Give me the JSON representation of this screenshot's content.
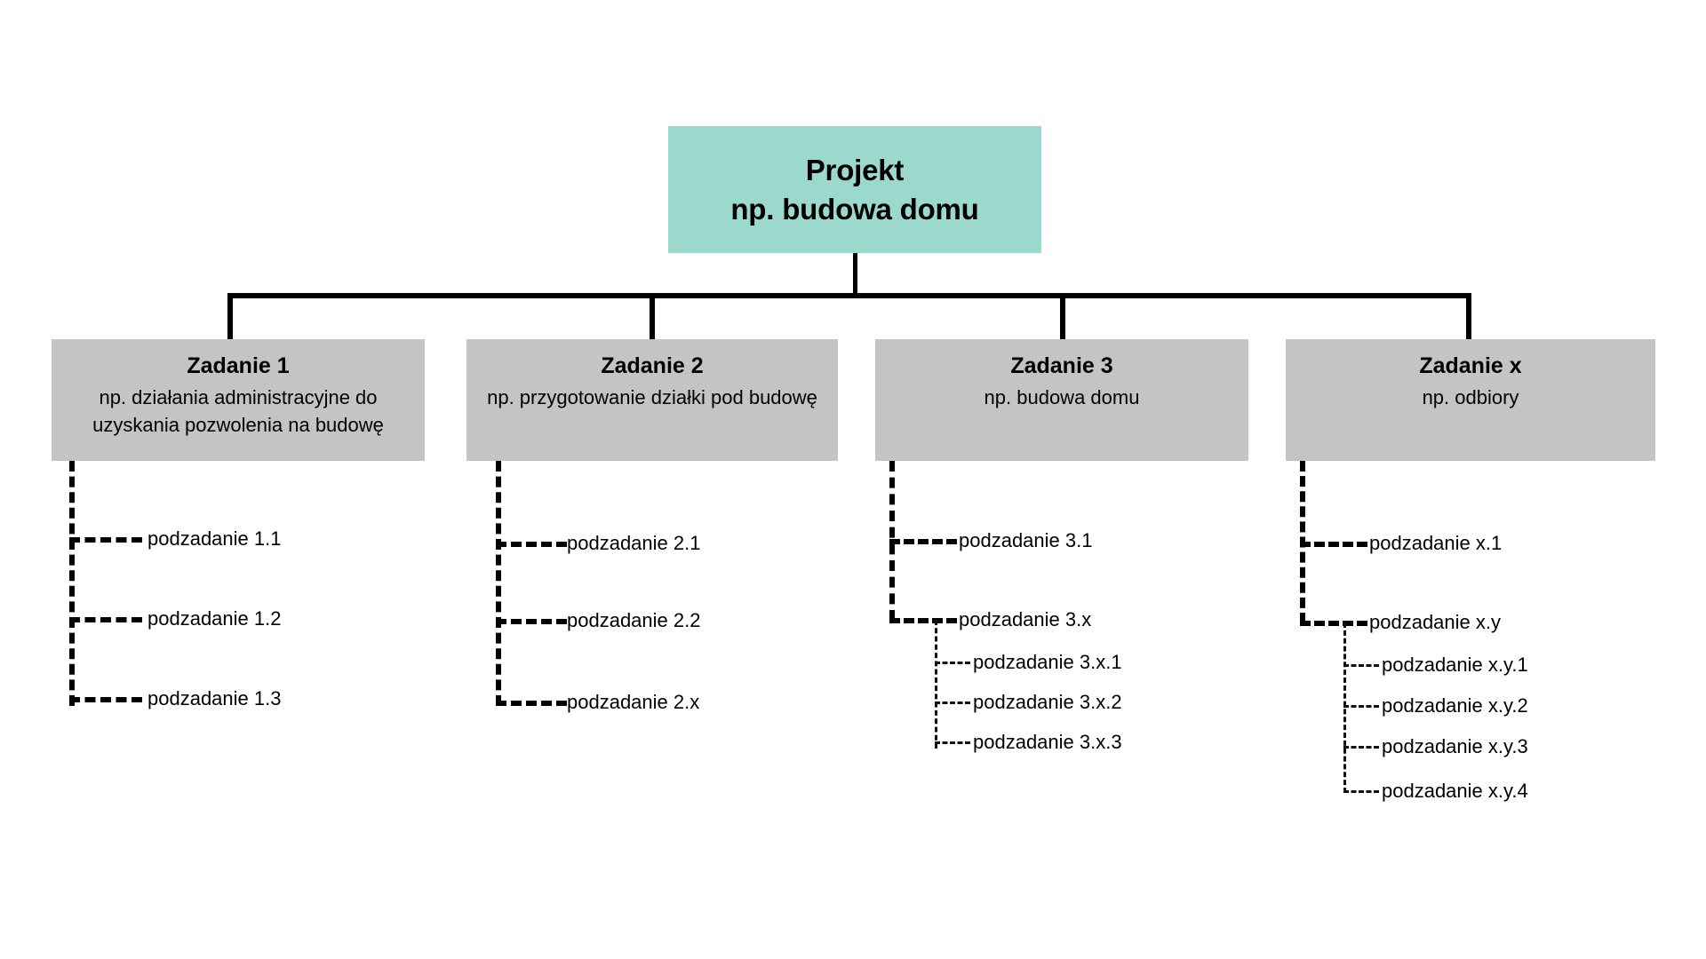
{
  "diagram": {
    "type": "work-breakdown-structure",
    "background_color": "#FFFFFF",
    "root_color": "#9BD8CE",
    "task_color": "#C4C4C4",
    "line_color": "#000000",
    "root": {
      "title": "Projekt",
      "subtitle": "np. budowa domu"
    },
    "tasks": [
      {
        "title": "Zadanie 1",
        "desc": "np. działania administracyjne do uzyskania pozwolenia na budowę",
        "subtasks": [
          {
            "label": "podzadanie 1.1",
            "children": []
          },
          {
            "label": "podzadanie 1.2",
            "children": []
          },
          {
            "label": "podzadanie 1.3",
            "children": []
          }
        ]
      },
      {
        "title": "Zadanie 2",
        "desc": "np. przygotowanie działki pod budowę",
        "subtasks": [
          {
            "label": "podzadanie 2.1",
            "children": []
          },
          {
            "label": "podzadanie 2.2",
            "children": []
          },
          {
            "label": "podzadanie 2.x",
            "children": []
          }
        ]
      },
      {
        "title": "Zadanie 3",
        "desc": "np. budowa domu",
        "subtasks": [
          {
            "label": "podzadanie 3.1",
            "children": []
          },
          {
            "label": "podzadanie 3.x",
            "children": [
              {
                "label": "podzadanie 3.x.1"
              },
              {
                "label": "podzadanie 3.x.2"
              },
              {
                "label": "podzadanie 3.x.3"
              }
            ]
          }
        ]
      },
      {
        "title": "Zadanie x",
        "desc": "np. odbiory",
        "subtasks": [
          {
            "label": "podzadanie x.1",
            "children": []
          },
          {
            "label": "podzadanie x.y",
            "children": [
              {
                "label": "podzadanie x.y.1"
              },
              {
                "label": "podzadanie x.y.2"
              },
              {
                "label": "podzadanie x.y.3"
              },
              {
                "label": "podzadanie x.y.4"
              }
            ]
          }
        ]
      }
    ]
  }
}
